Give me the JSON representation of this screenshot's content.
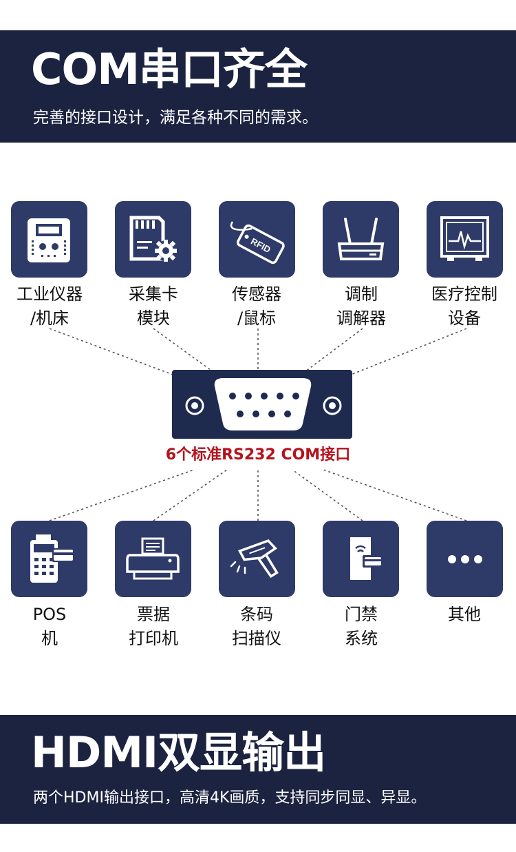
{
  "section1": {
    "title": "COM串口齐全",
    "subtitle": "完善的接口设计，满足各种不同的需求。"
  },
  "port_caption": "6个标准RS232 COM接口",
  "top_devices": [
    {
      "line1": "工业仪器",
      "line2": "/机床",
      "icon": "industrial-instrument-icon"
    },
    {
      "line1": "采集卡",
      "line2": "模块",
      "icon": "sd-card-gear-icon"
    },
    {
      "line1": "传感器",
      "line2": "/鼠标",
      "icon": "rfid-tag-icon"
    },
    {
      "line1": "调制",
      "line2": "调解器",
      "icon": "router-modem-icon"
    },
    {
      "line1": "医疗控制",
      "line2": "设备",
      "icon": "medical-monitor-icon"
    }
  ],
  "bottom_devices": [
    {
      "line1": "POS",
      "line2": "机",
      "icon": "pos-terminal-icon"
    },
    {
      "line1": "票据",
      "line2": "打印机",
      "icon": "receipt-printer-icon"
    },
    {
      "line1": "条码",
      "line2": "扫描仪",
      "icon": "barcode-scanner-icon"
    },
    {
      "line1": "门禁",
      "line2": "系统",
      "icon": "access-control-icon"
    },
    {
      "line1": "其他",
      "line2": "",
      "icon": "more-dots-icon"
    }
  ],
  "section2": {
    "title": "HDMI双显输出",
    "subtitle": "两个HDMI输出接口，高清4K画质，支持同步同显、异显。"
  },
  "colors": {
    "banner": "#1b2340",
    "tile": "#2e3a67",
    "connector": "#1f2a4f",
    "caption": "#b5121b"
  }
}
